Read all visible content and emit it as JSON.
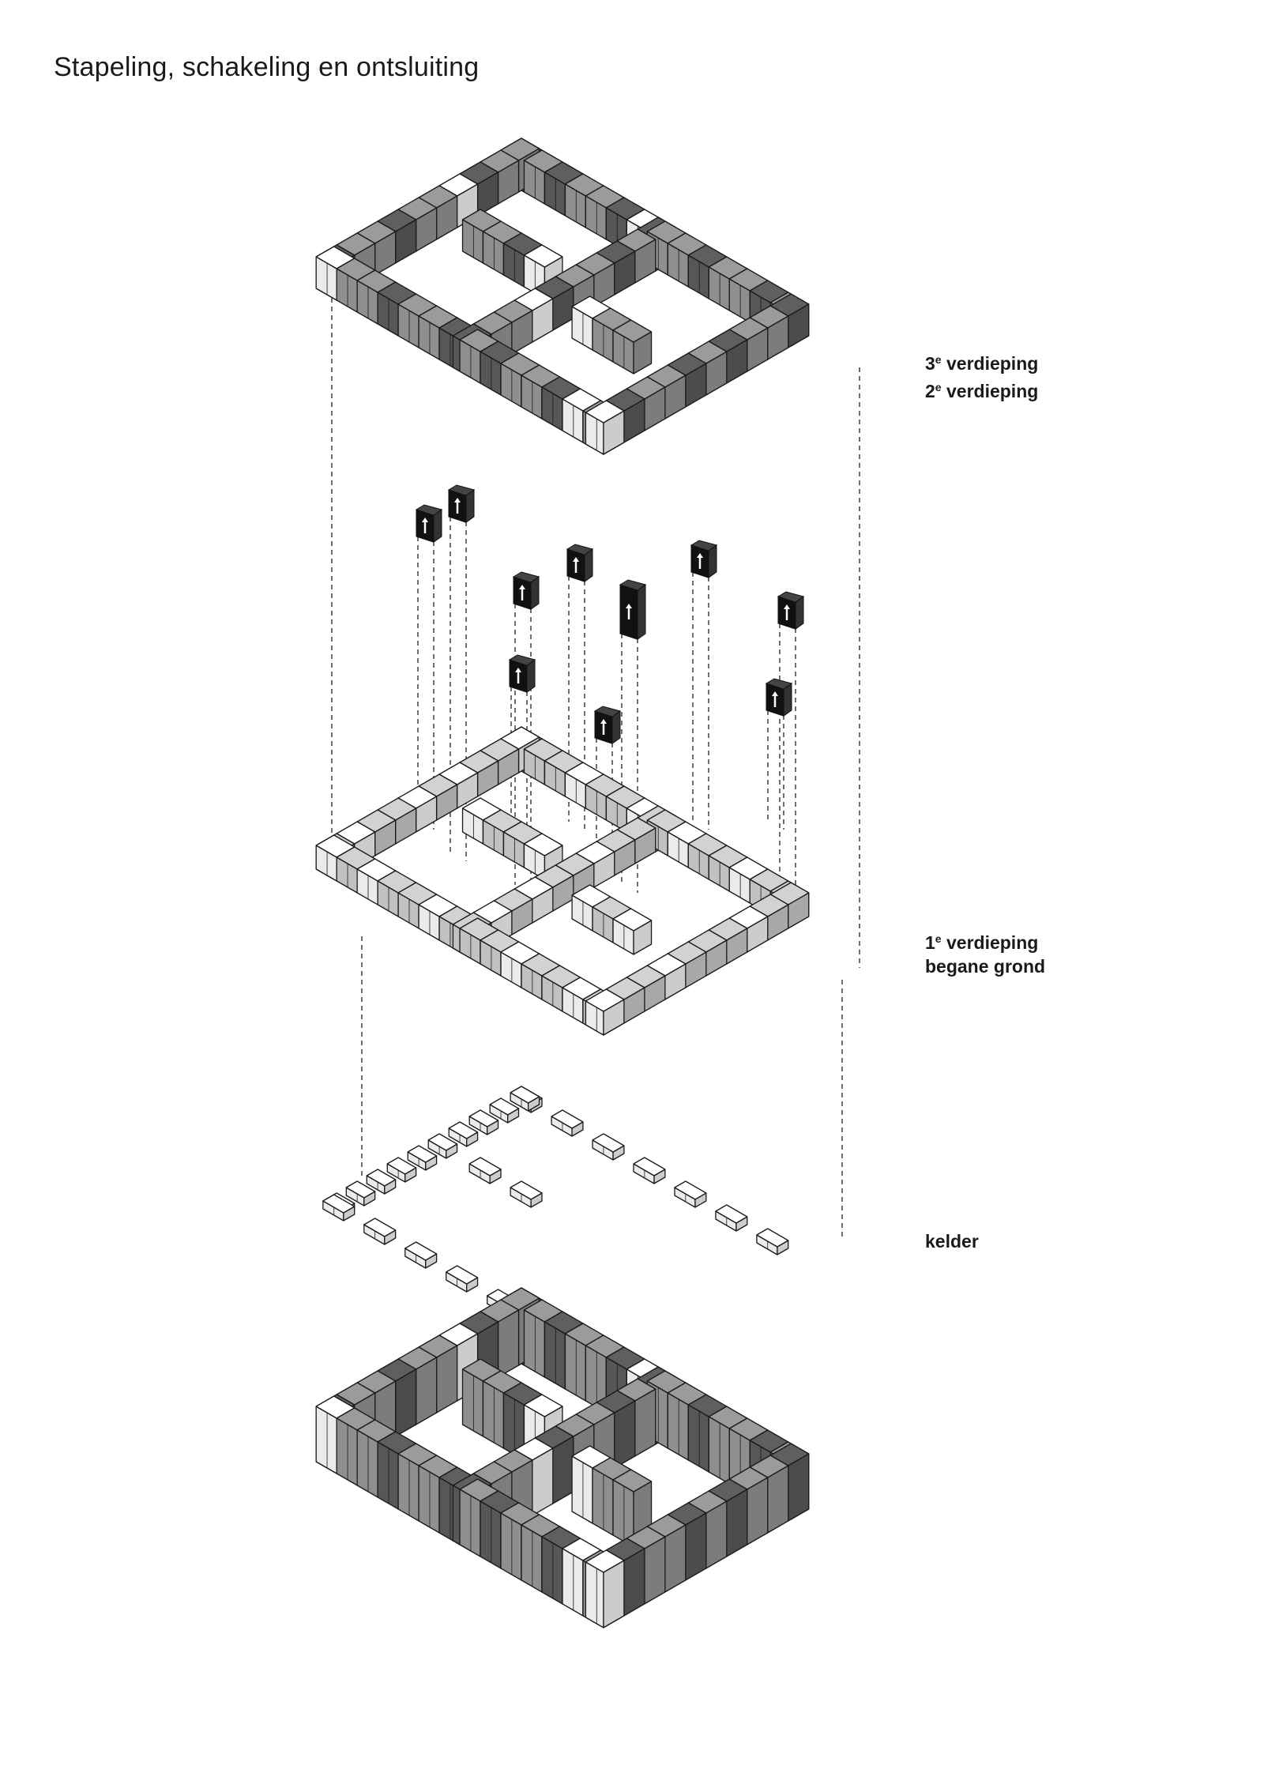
{
  "title": "Stapeling, schakeling en ontsluiting",
  "levels": {
    "upper": {
      "line1_num": "3",
      "line1_sup": "e",
      "line1_text": " verdieping",
      "line2_num": "2",
      "line2_sup": "e",
      "line2_text": " verdieping"
    },
    "middle": {
      "line1_num": "1",
      "line1_sup": "e",
      "line1_text": " verdieping",
      "line2_text": "begane grond"
    },
    "basement": {
      "text": "kelder"
    }
  },
  "colors": {
    "dark": "#5f5f5f",
    "mid": "#9b9b9b",
    "light": "#d2d2d2",
    "white": "#ffffff",
    "core": "#111111",
    "stroke": "#1a1a1a"
  },
  "core_icon": "up-arrow-icon"
}
